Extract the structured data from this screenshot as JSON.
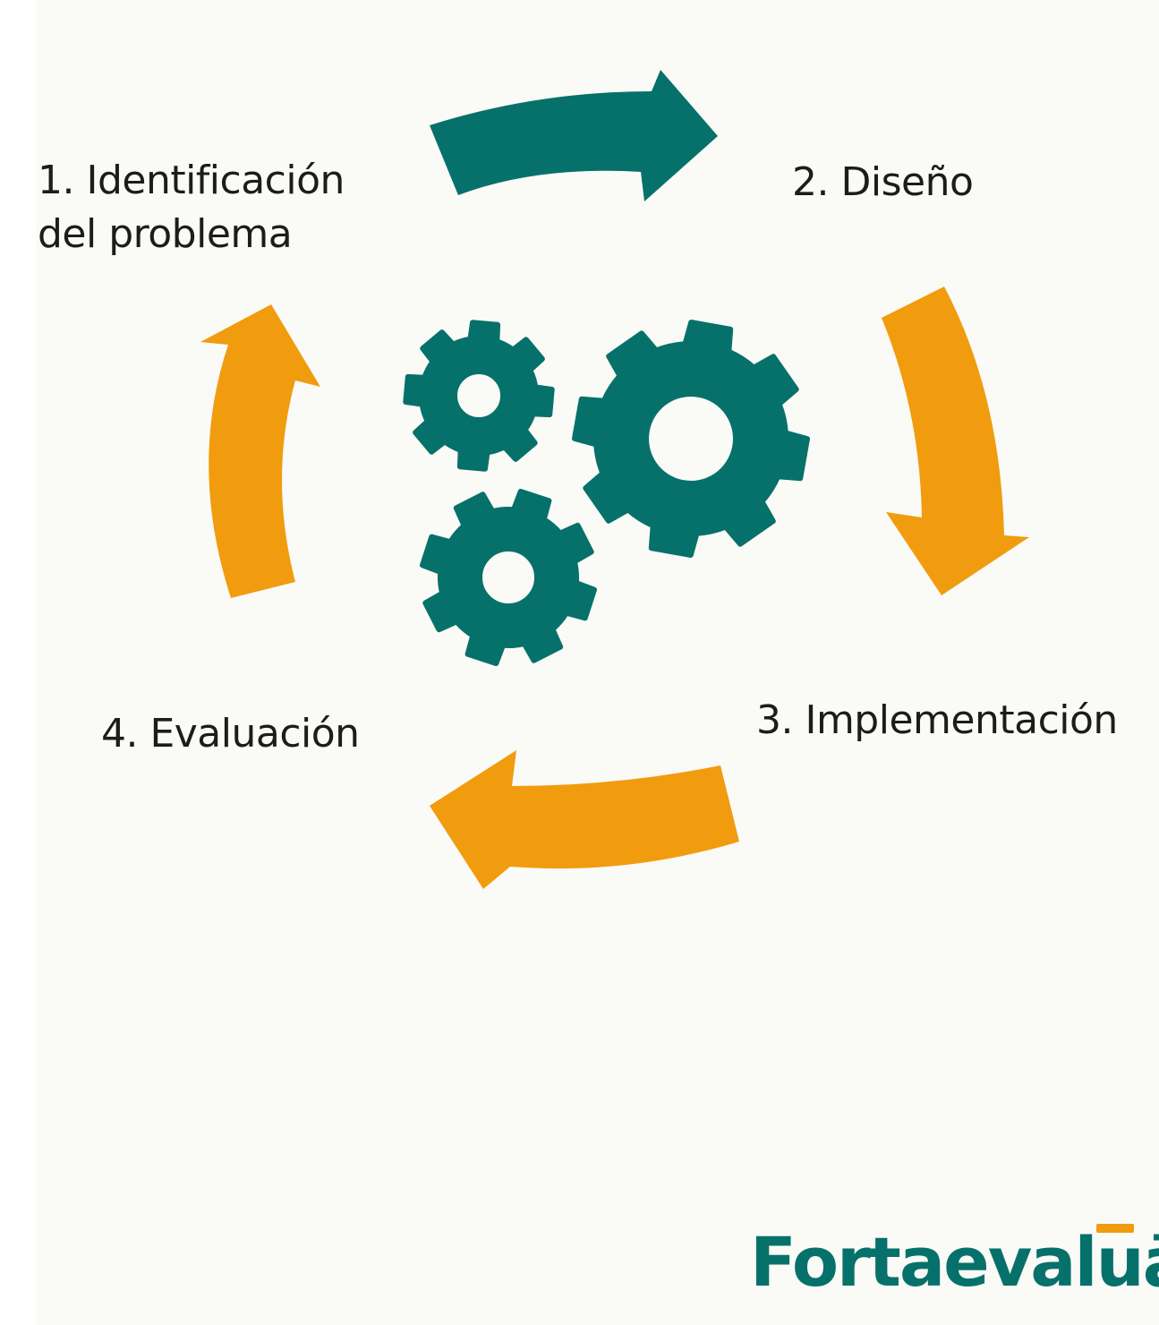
{
  "stages": [
    {
      "label_line1": "1. Identificación",
      "label_line2": "del problema"
    },
    {
      "label": "2. Diseño"
    },
    {
      "label": "3. Implementación"
    },
    {
      "label": "4. Evaluación"
    }
  ],
  "center_icon": "gears-icon",
  "brand": {
    "name": "Fortaevaluā"
  },
  "colors": {
    "teal": "#06716a",
    "orange": "#f19c0e",
    "text": "#1c1c1c",
    "background": "#fafaf7"
  }
}
